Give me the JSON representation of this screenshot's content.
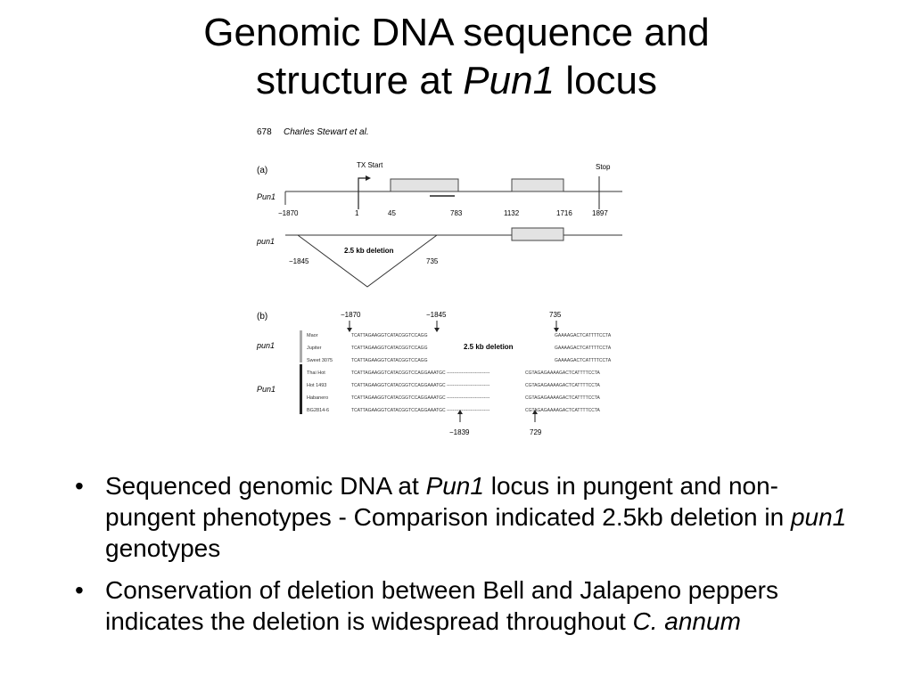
{
  "slide": {
    "title_line1": "Genomic DNA sequence and",
    "title_line2_pre": "structure at ",
    "title_line2_italic": "Pun1",
    "title_line2_post": " locus"
  },
  "figure": {
    "header_page": "678",
    "header_author": "Charles Stewart et al.",
    "panel_a": {
      "label": "(a)",
      "tx_start": "TX Start",
      "stop": "Stop",
      "row1_label": "Pun1",
      "row1_ticks": [
        "−1870",
        "1",
        "45",
        "783",
        "1132",
        "1716",
        "1897"
      ],
      "row2_label": "pun1",
      "deletion_label": "2.5 kb deletion",
      "row2_ticks": [
        "−1845",
        "735"
      ]
    },
    "panel_b": {
      "label": "(b)",
      "top_markers": [
        "−1870",
        "−1845",
        "735"
      ],
      "group1_label": "pun1",
      "group2_label": "Pun1",
      "deletion_label": "2.5 kb deletion",
      "bottom_markers": [
        "−1839",
        "729"
      ],
      "rows": [
        {
          "name": "Maor",
          "seq_left": "TCATTAGAAGGTCATACGGTCCAGG",
          "seq_mid": "",
          "seq_right": "GAAAAGACTCATTTTCCTA"
        },
        {
          "name": "Jupiter",
          "seq_left": "TCATTAGAAGGTCATACGGTCCAGG",
          "seq_mid": "",
          "seq_right": "GAAAAGACTCATTTTCCTA"
        },
        {
          "name": "Sweet 3075",
          "seq_left": "TCATTAGAAGGTCATACGGTCCAGG",
          "seq_mid": "",
          "seq_right": "GAAAAGACTCATTTTCCTA"
        },
        {
          "name": "Thai Hot",
          "seq_left": "TCATTAGAAGGTCATACGGTCCAGGAAATGC",
          "seq_mid": "-----------------------------",
          "seq_right": "CGTAGAGAAAAGACTCATTTTCCTA"
        },
        {
          "name": "Hot 1493",
          "seq_left": "TCATTAGAAGGTCATACGGTCCAGGAAATGC",
          "seq_mid": "-----------------------------",
          "seq_right": "CGTAGAGAAAAGACTCATTTTCCTA"
        },
        {
          "name": "Habanero",
          "seq_left": "TCATTAGAAGGTCATACGGTCCAGGAAATGC",
          "seq_mid": "-----------------------------",
          "seq_right": "CGTAGAGAAAAGACTCATTTTCCTA"
        },
        {
          "name": "BG2814-6",
          "seq_left": "TCATTAGAAGGTCATACGGTCCAGGAAATGC",
          "seq_mid": "-----------------------------",
          "seq_right": "CGTAGAGAAAAGACTCATTTTCCTA"
        }
      ]
    }
  },
  "bullets": {
    "b1_a": "Sequenced genomic DNA at ",
    "b1_i1": "Pun1",
    "b1_b": " locus in pungent and non-pungent phenotypes - Comparison indicated 2.5kb deletion in ",
    "b1_i2": "pun1",
    "b1_c": " genotypes",
    "b2_a": "Conservation of deletion between Bell and Jalapeno peppers indicates the deletion is widespread throughout ",
    "b2_i": "C. annum",
    "bullet_char": "•"
  }
}
